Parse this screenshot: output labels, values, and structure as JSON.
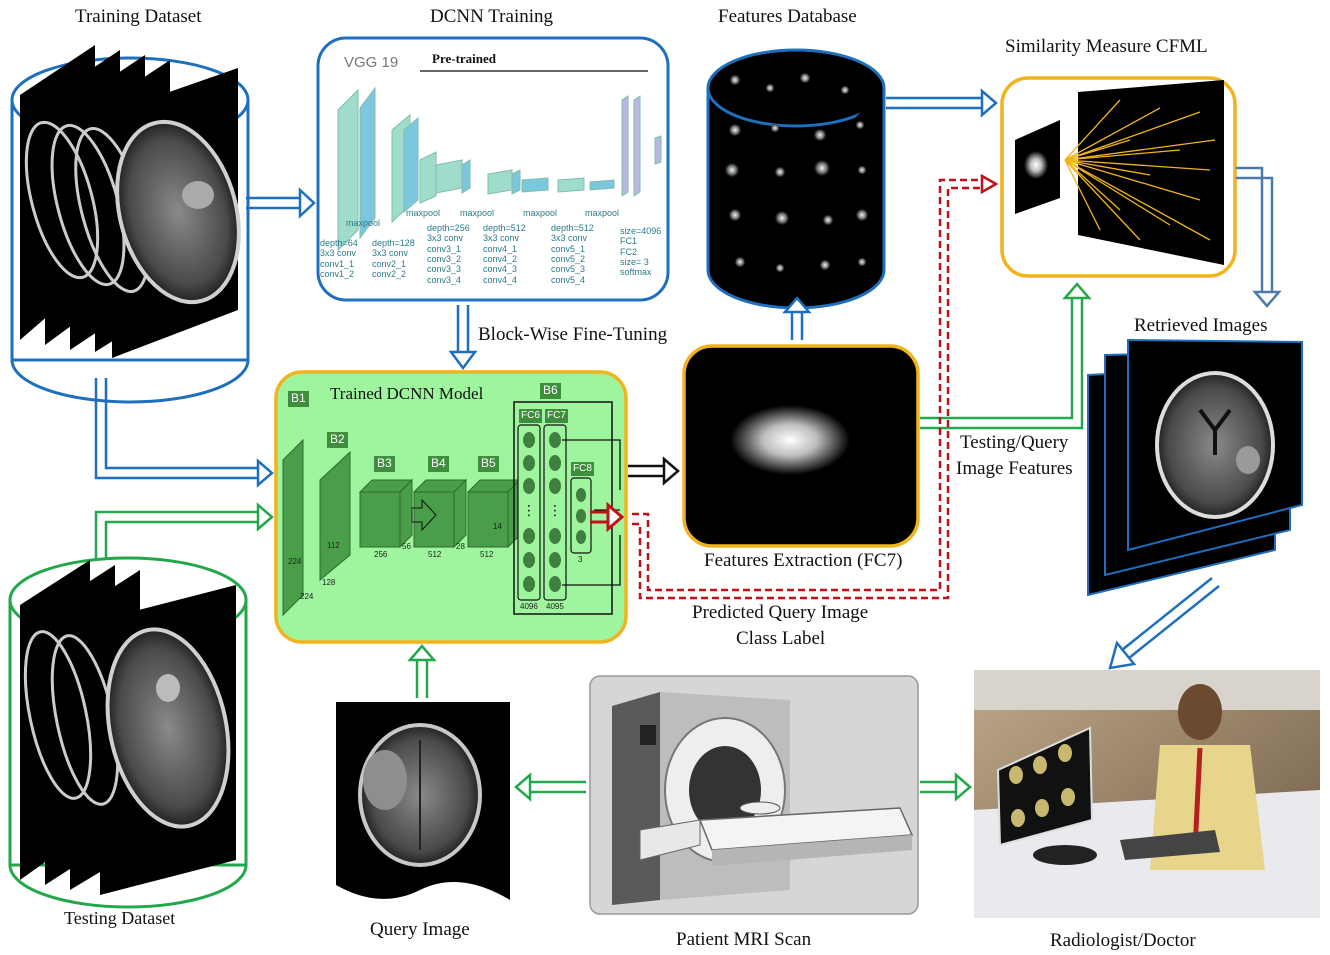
{
  "labels": {
    "training_dataset": "Training Dataset",
    "dcnn_training": "DCNN Training",
    "features_database": "Features Database",
    "similarity_measure": "Similarity Measure CFML",
    "retrieved_images": "Retrieved Images",
    "block_wise": "Block-Wise Fine-Tuning",
    "trained_model": "Trained DCNN Model",
    "testing_query_1": "Testing/Query",
    "testing_query_2": "Image Features",
    "features_extraction": "Features Extraction (FC7)",
    "predicted_1": "Predicted Query Image",
    "predicted_2": "Class Label",
    "testing_dataset": "Testing Dataset",
    "query_image": "Query Image",
    "patient_mri": "Patient MRI Scan",
    "radiologist": "Radiologist/Doctor"
  },
  "vgg": {
    "title": "VGG 19",
    "pretrained": "Pre-trained",
    "maxpool": "maxpool",
    "col1": "depth=64\n3x3 conv\nconv1_1\nconv1_2",
    "col2": "depth=128\n3x3 conv\nconv2_1\nconv2_2",
    "col3": "depth=256\n3x3 conv\nconv3_1\nconv3_2\nconv3_3\nconv3_4",
    "col4": "depth=512\n3x3 conv\nconv4_1\nconv4_2\nconv4_3\nconv4_4",
    "col5": "depth=512\n3x3 conv\nconv5_1\nconv5_2\nconv5_3\nconv5_4",
    "col6": "size=4096\nFC1\nFC2\nsize= 3\nsoftmax"
  },
  "model": {
    "b1": "B1",
    "b2": "B2",
    "b3": "B3",
    "b4": "B4",
    "b5": "B5",
    "b6": "B6",
    "fc6": "FC6",
    "fc7": "FC7",
    "fc8": "FC8",
    "n224a": "224",
    "n224b": "224",
    "n128": "128",
    "n112": "112",
    "n256": "256",
    "n56": "56",
    "n512a": "512",
    "n28": "28",
    "n512b": "512",
    "n14": "14",
    "n4096a": "4096",
    "n4096b": "4095",
    "n3": "3"
  },
  "colors": {
    "blue": "#1f6fbf",
    "green": "#22a84a",
    "red": "#c0101a",
    "orange": "#f2b41c",
    "model_bg": "#9ef59e"
  }
}
